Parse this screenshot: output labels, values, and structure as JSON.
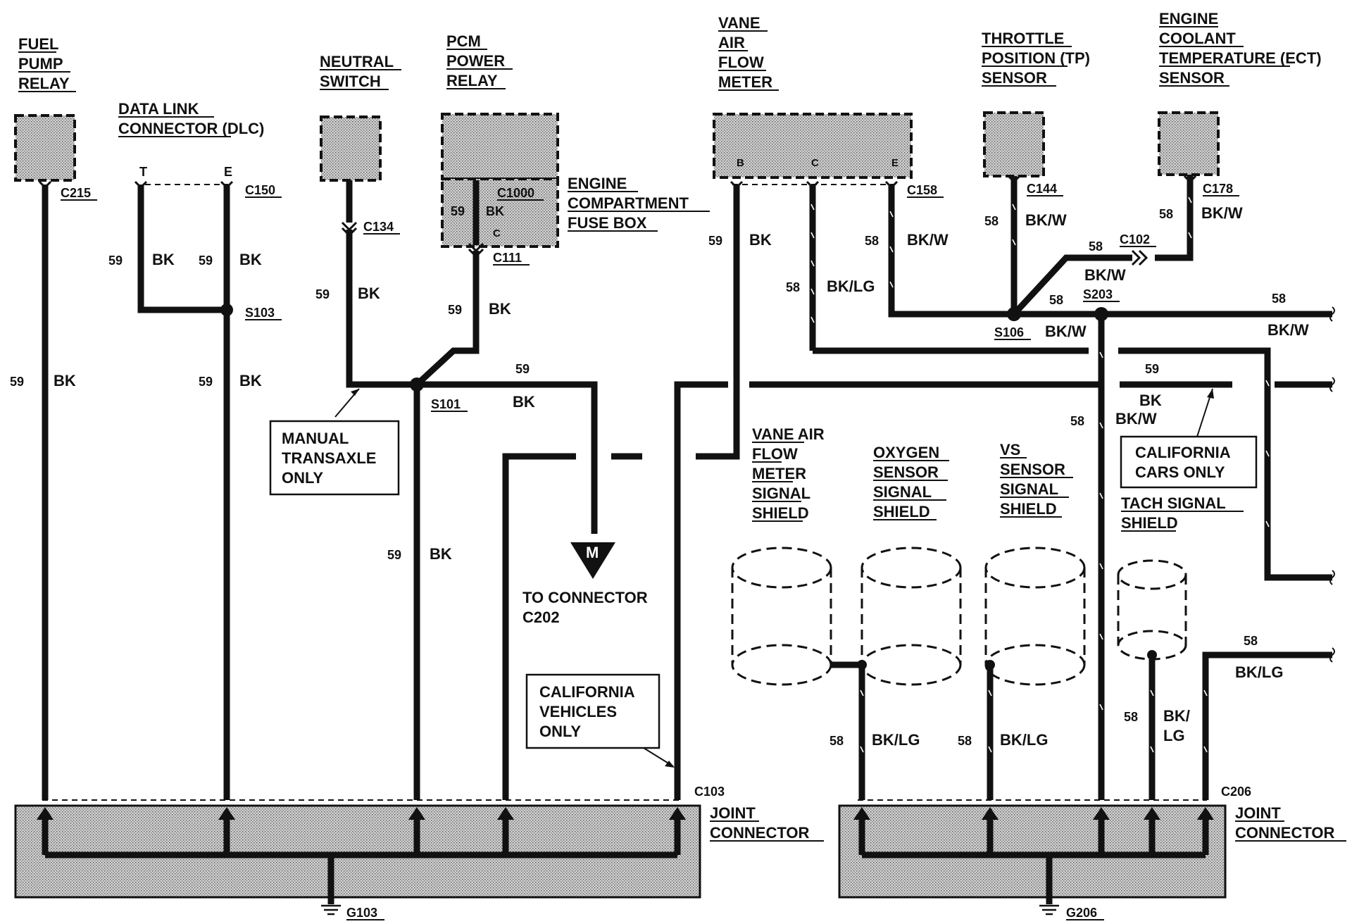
{
  "components": {
    "fuel_pump_relay": [
      "FUEL",
      "PUMP",
      "RELAY"
    ],
    "data_link_connector": [
      "DATA LINK",
      "CONNECTOR (DLC)"
    ],
    "neutral_switch": [
      "NEUTRAL",
      "SWITCH"
    ],
    "pcm_power_relay": [
      "PCM",
      "POWER",
      "RELAY"
    ],
    "engine_compartment_fuse_box": [
      "ENGINE",
      "COMPARTMENT",
      "FUSE BOX"
    ],
    "vane_air_flow_meter": [
      "VANE",
      "AIR",
      "FLOW",
      "METER"
    ],
    "throttle_position_sensor": [
      "THROTTLE",
      "POSITION (TP)",
      "SENSOR"
    ],
    "engine_coolant_temperature_sensor": [
      "ENGINE",
      "COOLANT",
      "TEMPERATURE (ECT)",
      "SENSOR"
    ]
  },
  "pins": {
    "dlc_t": "T",
    "dlc_e": "E",
    "vaf_b": "B",
    "vaf_c": "C",
    "vaf_e": "E",
    "fuse_c": "C"
  },
  "connectors": {
    "c215": "C215",
    "c150": "C150",
    "c134": "C134",
    "c1000": "C1000",
    "c111": "C111",
    "c158": "C158",
    "c144": "C144",
    "c178": "C178",
    "c102": "C102",
    "c103": "C103",
    "c206": "C206"
  },
  "splices": {
    "s103": "S103",
    "s101": "S101",
    "s106": "S106",
    "s203": "S203"
  },
  "grounds": {
    "g103": "G103",
    "g206": "G206"
  },
  "wires": {
    "n59": "59",
    "n58": "58",
    "bk": "BK",
    "bkw": "BK/W",
    "bklg": "BK/LG",
    "bk_split": "BK/",
    "lg_split": "LG"
  },
  "notes": {
    "manual_transaxle": [
      "MANUAL",
      "TRANSAXLE",
      "ONLY"
    ],
    "california_vehicles": [
      "CALIFORNIA",
      "VEHICLES",
      "ONLY"
    ],
    "california_cars": [
      "CALIFORNIA",
      "CARS ONLY"
    ]
  },
  "shields": {
    "vane_air_flow_meter": [
      "VANE AIR",
      "FLOW",
      "METER",
      "SIGNAL",
      "SHIELD"
    ],
    "oxygen_sensor": [
      "OXYGEN",
      "SENSOR",
      "SIGNAL",
      "SHIELD"
    ],
    "vs_sensor": [
      "VS",
      "SENSOR",
      "SIGNAL",
      "SHIELD"
    ],
    "tach_signal": [
      "TACH SIGNAL",
      "SHIELD"
    ]
  },
  "to_connector": {
    "symbol": "M",
    "lines": [
      "TO CONNECTOR",
      "C202"
    ]
  },
  "joint_connector": [
    "JOINT",
    "CONNECTOR"
  ]
}
